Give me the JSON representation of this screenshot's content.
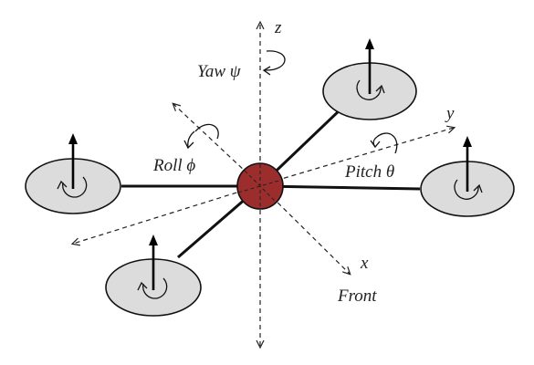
{
  "labels": {
    "z": "z",
    "y": "y",
    "x": "x",
    "front": "Front",
    "yaw": "Yaw ψ",
    "roll": "Roll ϕ",
    "pitch": "Pitch θ"
  },
  "colors": {
    "hub": "#9b2d2d",
    "rotor": "#dcdcdc",
    "line": "#111111"
  }
}
